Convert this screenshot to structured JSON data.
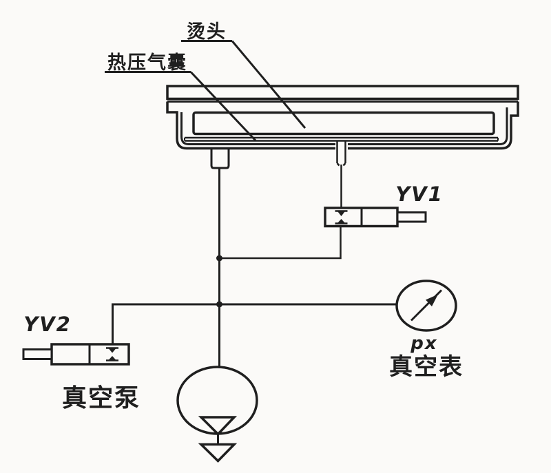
{
  "diagram": {
    "labels": {
      "hot_head": "烫头",
      "hot_press_airbag": "热压气囊",
      "valve_yv1": "YV1",
      "valve_yv2": "YV2",
      "gauge_px": "px",
      "vacuum_gauge": "真空表",
      "vacuum_pump": "真空泵"
    },
    "colors": {
      "ink": "#1f1f1f",
      "paper": "#fbfaf8"
    }
  }
}
